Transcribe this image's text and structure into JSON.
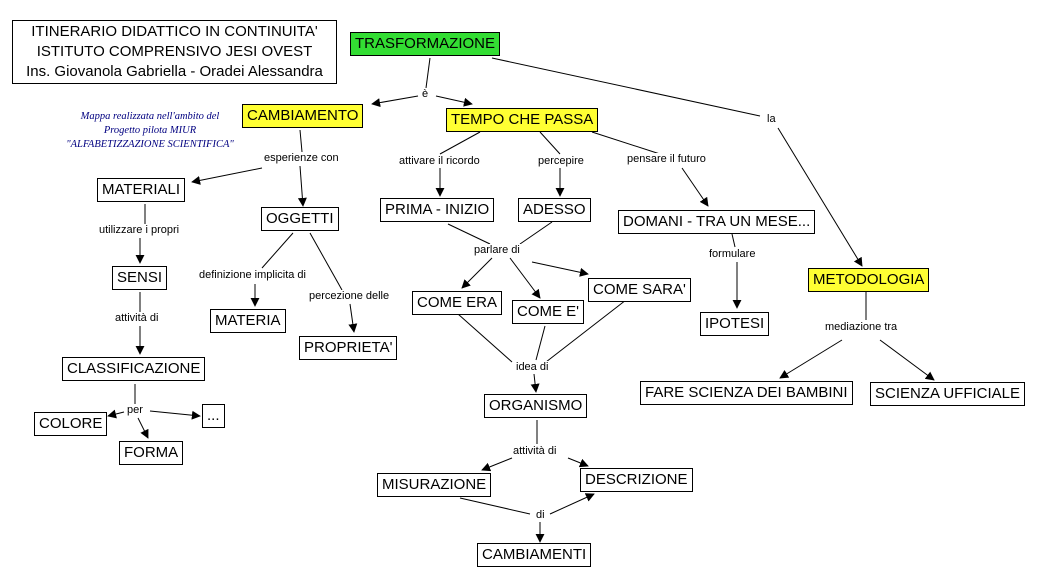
{
  "header": {
    "lines": [
      "ITINERARIO DIDATTICO IN CONTINUITA'",
      "ISTITUTO COMPRENSIVO JESI OVEST",
      "Ins. Giovanola Gabriella - Oradei Alessandra"
    ]
  },
  "note": {
    "lines": [
      "Mappa realizzata nell'ambito del",
      "Progetto pilota MIUR",
      "\"ALFABETIZZAZIONE SCIENTIFICA\""
    ]
  },
  "colors": {
    "root": "#33dd33",
    "key": "#ffff33"
  },
  "nodes": {
    "trasformazione": "TRASFORMAZIONE",
    "cambiamento": "CAMBIAMENTO",
    "tempo": "TEMPO CHE PASSA",
    "metodologia": "METODOLOGIA",
    "materiali": "MATERIALI",
    "oggetti": "OGGETTI",
    "sensi": "SENSI",
    "materia": "MATERIA",
    "proprieta": "PROPRIETA'",
    "classificazione": "CLASSIFICAZIONE",
    "colore": "COLORE",
    "forma": "FORMA",
    "ellipsis": "...",
    "prima": "PRIMA - INIZIO",
    "adesso": "ADESSO",
    "domani": "DOMANI - TRA UN MESE...",
    "come_era": "COME ERA",
    "come_e": "COME E'",
    "come_sara": "COME SARA'",
    "ipotesi": "IPOTESI",
    "organismo": "ORGANISMO",
    "misurazione": "MISURAZIONE",
    "descrizione": "DESCRIZIONE",
    "cambiamenti": "CAMBIAMENTI",
    "fare_scienza": "FARE SCIENZA DEI BAMBINI",
    "scienza_ufficiale": "SCIENZA UFFICIALE"
  },
  "links": {
    "e": "è",
    "la": "la",
    "esperienze_con": "esperienze con",
    "utilizzare": "utilizzare i propri",
    "attivita_di_1": "attività di",
    "per": "per",
    "definizione": "definizione implicita di",
    "percezione": "percezione delle",
    "attivare": "attivare il ricordo",
    "percepire": "percepire",
    "pensare": "pensare il futuro",
    "parlare": "parlare di",
    "formulare": "formulare",
    "idea_di": "idea di",
    "attivita_di_2": "attività di",
    "di": "di",
    "mediazione": "mediazione tra"
  }
}
